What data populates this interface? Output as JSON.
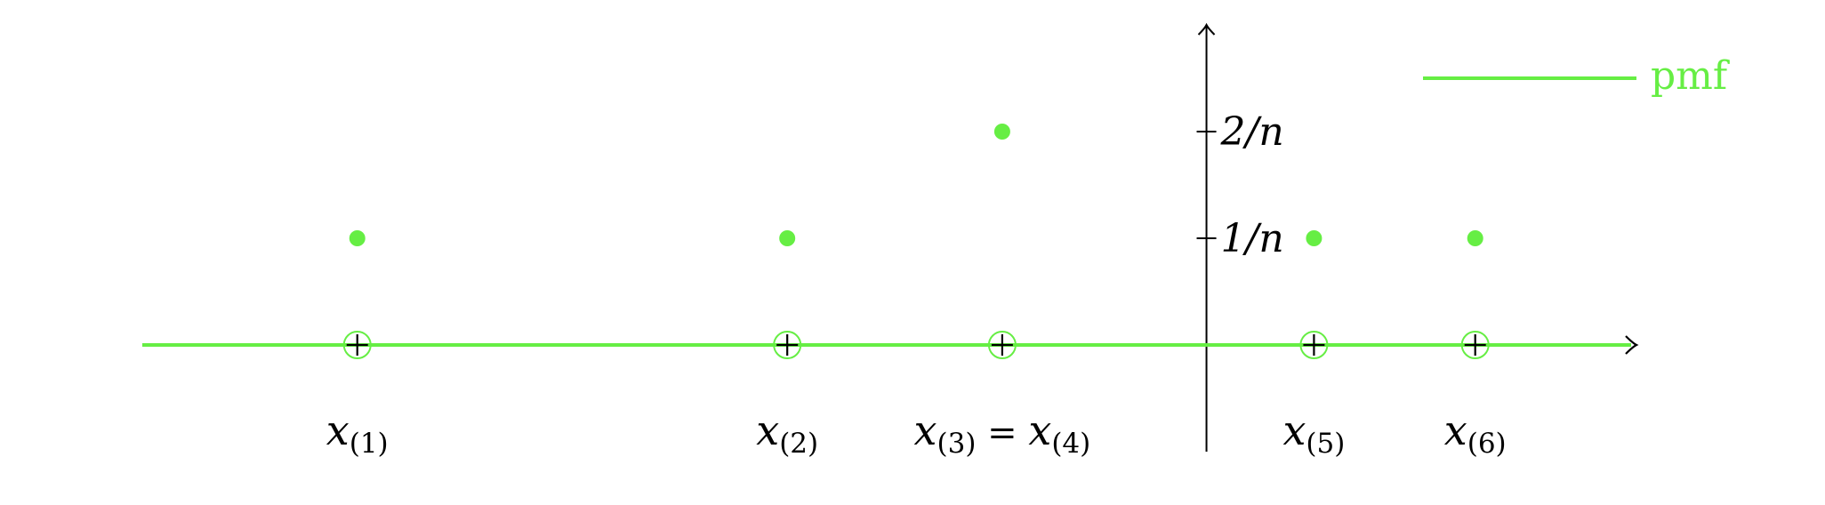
{
  "chart_data": {
    "type": "scatter",
    "x": [
      -7.9,
      -3.9,
      -1.9,
      -1.9,
      1.0,
      2.5
    ],
    "points": [
      {
        "x": -7.9,
        "y": 1
      },
      {
        "x": -3.9,
        "y": 1
      },
      {
        "x": -1.9,
        "y": 2
      },
      {
        "x": 1.0,
        "y": 1
      },
      {
        "x": 2.5,
        "y": 1
      }
    ],
    "sample_labels": [
      {
        "x": -7.9,
        "var": "x",
        "sub": "(1)"
      },
      {
        "x": -3.9,
        "var": "x",
        "sub": "(2)"
      },
      {
        "x": -1.9,
        "var": "x",
        "sub": "(3)",
        "eq": "=",
        "var2": "x",
        "sub2": "(4)"
      },
      {
        "x": 1.0,
        "var": "x",
        "sub": "(5)"
      },
      {
        "x": 2.5,
        "var": "x",
        "sub": "(6)"
      }
    ],
    "ytick_labels": [
      {
        "y": 1,
        "label": "1/n"
      },
      {
        "y": 2,
        "label": "2/n"
      }
    ],
    "legend": {
      "entries": [
        "pmf"
      ],
      "position": "top-right"
    },
    "xlim": [
      -9.9,
      4.0
    ],
    "ylim": [
      -1.0,
      3.0
    ],
    "grid": false,
    "colors": {
      "series": "#66ee44",
      "axis": "#000000"
    }
  }
}
